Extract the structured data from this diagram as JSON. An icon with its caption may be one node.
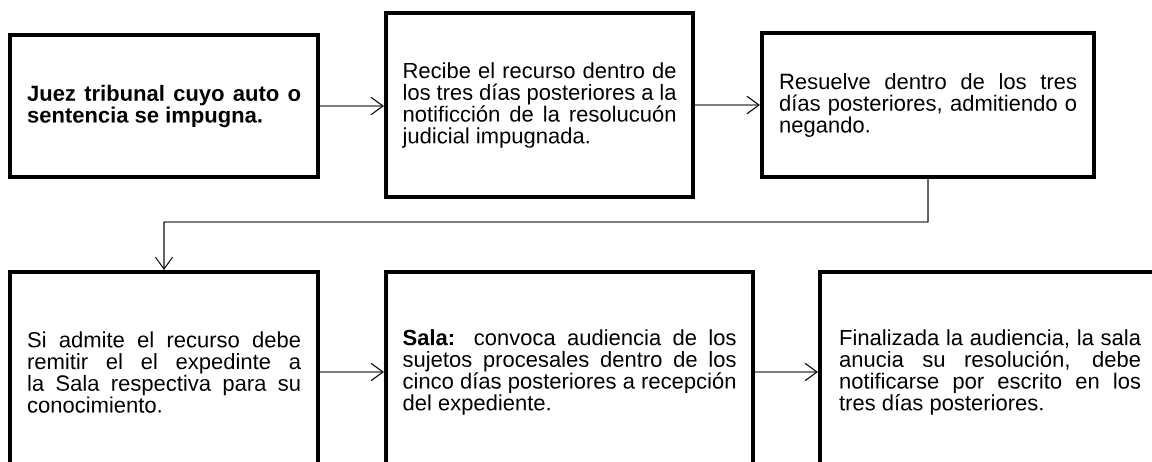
{
  "diagram": {
    "nodes": [
      {
        "text": [
          "Juez tribunal cuyo auto o sentencia se impugna."
        ]
      },
      {
        "text": [
          "Recibe el recurso dentro de los tres días posteriores a la notificción de la resolucuón judicial impugnada."
        ]
      },
      {
        "text": [
          "Resuelve dentro de los tres días posteriores, admitiendo o negando."
        ]
      },
      {
        "text": [
          "Si admite el recurso debe remitir el el expedinte a la Sala respectiva para su conocimiento."
        ]
      },
      {
        "text": [
          "**Sala:** convoca audiencia de los sujetos procesales dentro de los cinco días posteriores a recepción del expediente."
        ]
      },
      {
        "text": [
          "Finalizada la audiencia, la sala anucia su resolución, debe notificarse por escrito en los tres días posteriores."
        ]
      }
    ],
    "edges": [
      {
        "from": 0,
        "to": 1,
        "arrow": "to"
      },
      {
        "from": 1,
        "to": 2,
        "arrow": "to"
      },
      {
        "from": 2,
        "to": 3,
        "arrow": "to"
      },
      {
        "from": 3,
        "to": 4,
        "arrow": "to"
      },
      {
        "from": 4,
        "to": 5,
        "arrow": "to"
      }
    ]
  }
}
